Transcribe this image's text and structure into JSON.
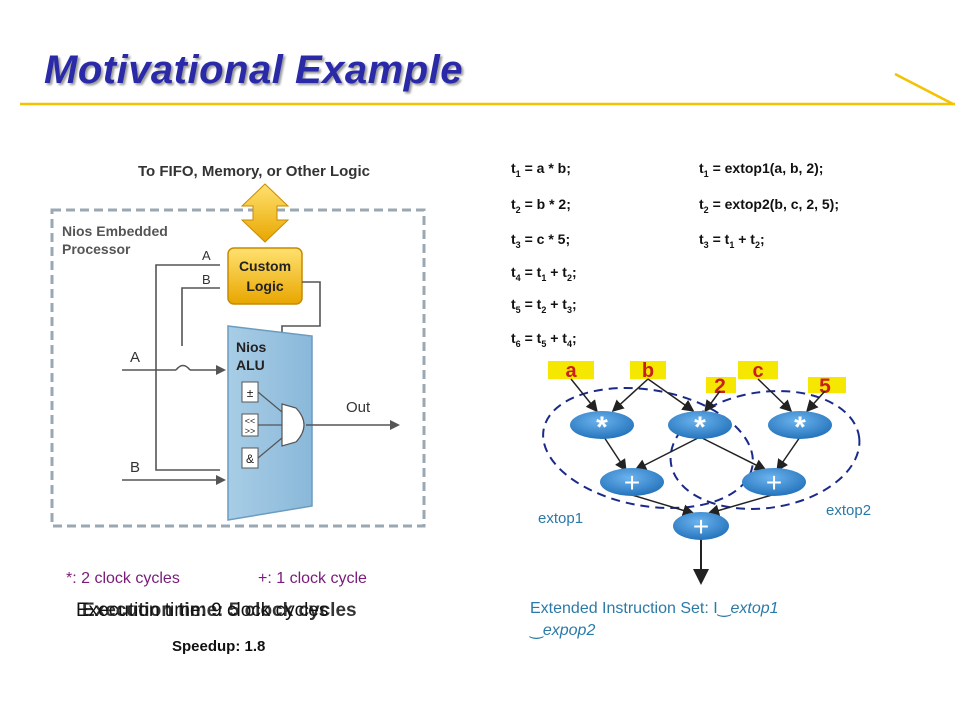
{
  "slide": {
    "title": "Motivational Example",
    "colors": {
      "title": "#2a2aa8",
      "title_line": "#f3c200",
      "node_fill": "#2f86d2",
      "input_label": "#c82020",
      "input_bg": "#f5e700",
      "note": "#7a1a7a",
      "extop": "#2a7aa8"
    }
  },
  "block_diagram": {
    "top_label": "To FIFO, Memory, or Other Logic",
    "processor_label_1": "Nios Embedded",
    "processor_label_2": "Processor",
    "custom_logic_1": "Custom",
    "custom_logic_2": "Logic",
    "port_a_small": "A",
    "port_b_small": "B",
    "input_a": "A",
    "input_b": "B",
    "alu_1": "Nios",
    "alu_2": "ALU",
    "op_add": "±",
    "op_shift": "<<\n>>",
    "op_and": "&",
    "out": "Out"
  },
  "code_original": [
    {
      "var": "t",
      "sub": "1",
      "expr": " = a * b;"
    },
    {
      "var": "t",
      "sub": "2",
      "expr": " = b * 2;"
    },
    {
      "var": "t",
      "sub": "3",
      "expr": " = c * 5;"
    },
    {
      "parts": [
        "t",
        "4",
        " = t",
        "1",
        " + t",
        "2",
        ";"
      ]
    },
    {
      "parts": [
        "t",
        "5",
        " = t",
        "2",
        " + t",
        "3",
        ";"
      ]
    },
    {
      "parts": [
        "t",
        "6",
        " = t",
        "5",
        " + t",
        "4",
        ";"
      ]
    }
  ],
  "code_extended": [
    {
      "var": "t",
      "sub": "1",
      "expr": " = extop1(a, b, 2);"
    },
    {
      "var": "t",
      "sub": "2",
      "expr": " = extop2(b, c, 2, 5);"
    },
    {
      "parts": [
        "t",
        "3",
        " = t",
        "1",
        " + t",
        "2",
        ";"
      ]
    }
  ],
  "dfg": {
    "inputs": [
      "a",
      "b",
      "c"
    ],
    "constants": [
      "2",
      "5"
    ],
    "mul_symbol": "*",
    "add_symbol": "+",
    "extop1": "extop1",
    "extop2": "extop2"
  },
  "notes": {
    "mul_cycles": "*: 2 clock cycles",
    "add_cycles": "+: 1 clock cycle",
    "exec_9": "Execution time: 9 clock cycles",
    "exec_5": "Execution time: 5 clock cycles",
    "speedup": "Speedup: 1.8",
    "ext_line1": "Extended Instruction Set: I",
    "ext_ext1": "extop1",
    "ext_ext2": "expop2"
  }
}
